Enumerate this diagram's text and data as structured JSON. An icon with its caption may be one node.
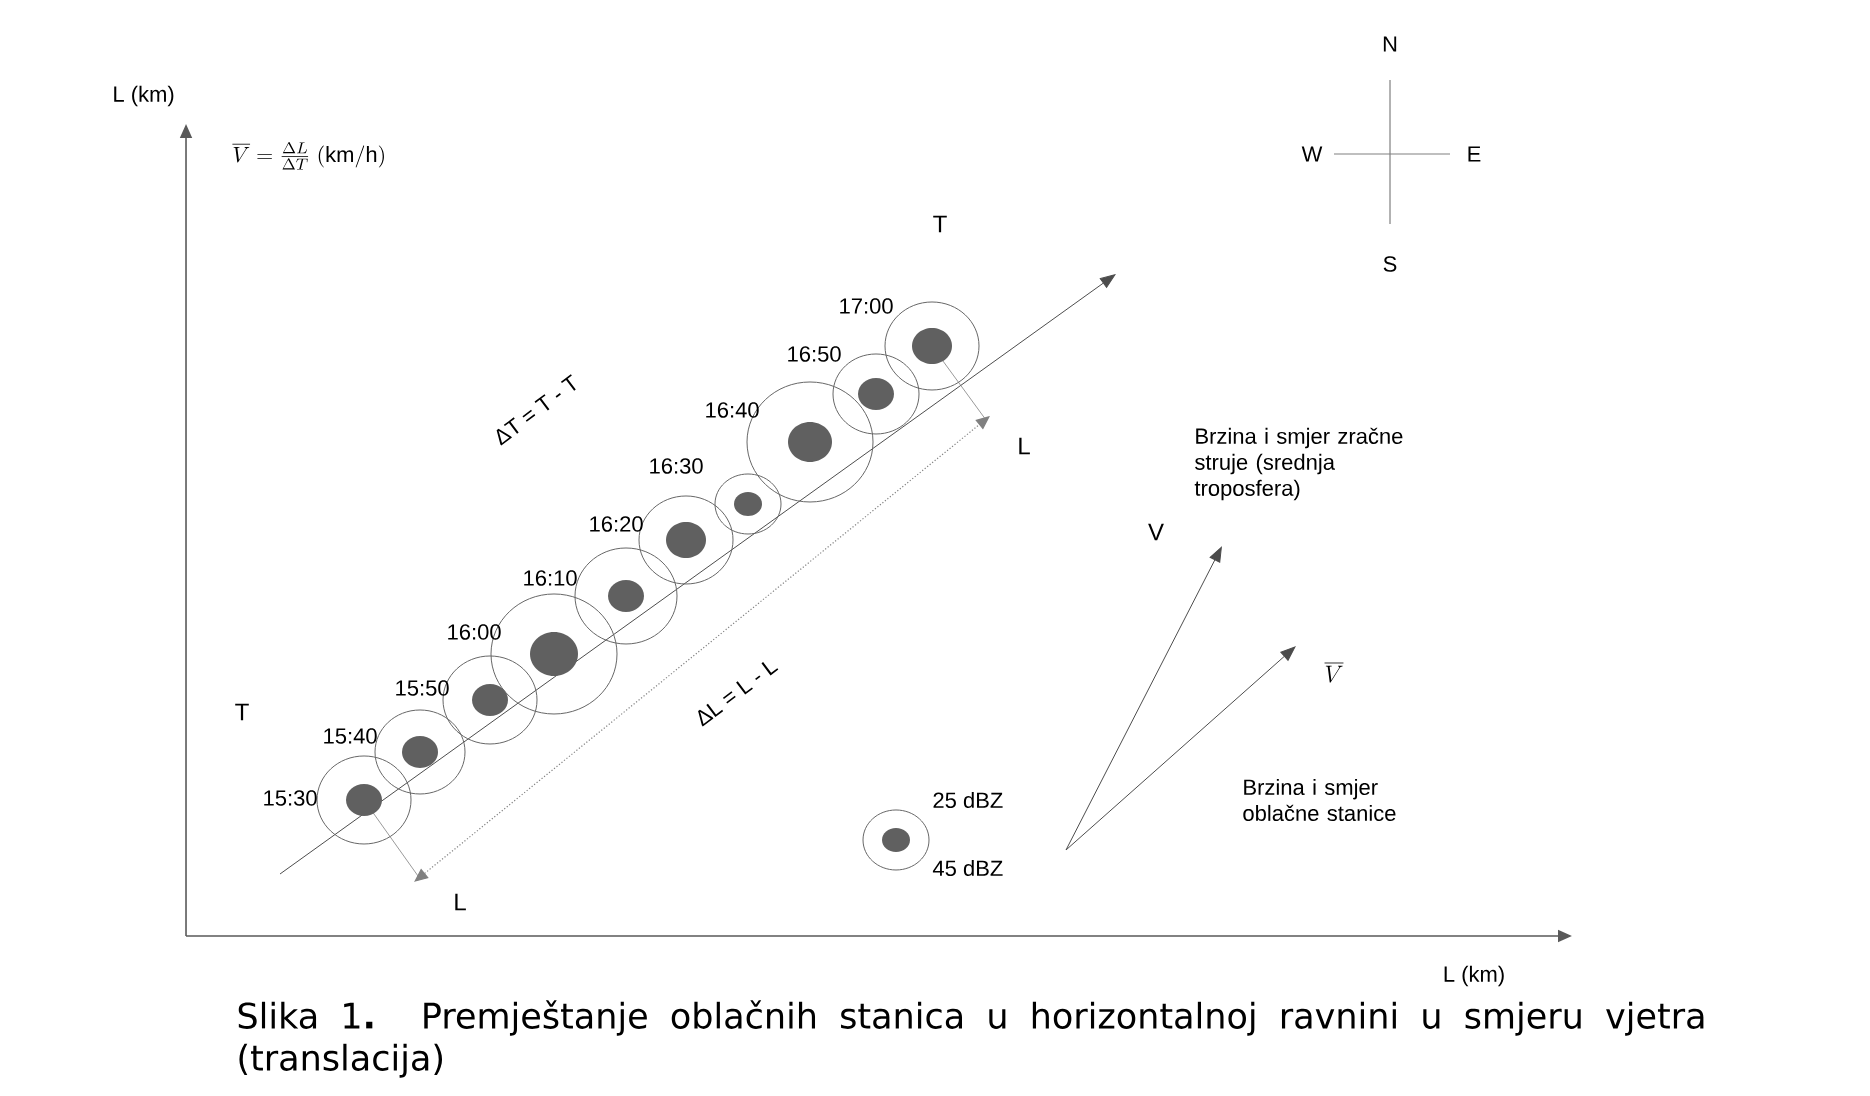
{
  "diagram": {
    "caption": "Slika 1**.** Premještanje oblačnih stanica u horizontalnoj ravnini u smjeru vjetra (translacija)",
    "nodes": [
      {
        "text": [],
        "shape": "cloud",
        "beside": [
          "15:30"
        ]
      },
      {
        "text": [],
        "shape": "cloud",
        "beside": [
          "15:40"
        ]
      },
      {
        "text": [],
        "shape": "cloud",
        "beside": [
          "15:50"
        ]
      },
      {
        "text": [],
        "shape": "cloud",
        "beside": [
          "16:00"
        ]
      },
      {
        "text": [],
        "shape": "cloud",
        "beside": [
          "16:10"
        ]
      },
      {
        "text": [],
        "shape": "cloud",
        "beside": [
          "16:20"
        ]
      },
      {
        "text": [],
        "shape": "cloud",
        "beside": [
          "16:30"
        ]
      },
      {
        "text": [],
        "shape": "cloud",
        "beside": [
          "16:40"
        ]
      },
      {
        "text": [],
        "shape": "cloud",
        "beside": [
          "16:50"
        ]
      },
      {
        "text": [],
        "shape": "cloud",
        "beside": [
          "17:00"
        ]
      },
      {
        "text": [],
        "shape": "cloud",
        "beside": [
          "25 dBZ",
          "45 dBZ"
        ]
      }
    ],
    "labels": [
      "L (km)",
      "\\overline{V}= \\frac{\\Delta L}{\\Delta T}\\ (\\mathrm{km/h})",
      "N",
      "T",
      "W",
      "E",
      "S",
      "ΔT = T - T",
      "L",
      "Brzina i smjer zračne struje (srednja troposfera)",
      "V",
      "T",
      "ΔL = L - L",
      "\\overline{V}",
      "Brzina i smjer oblačne stanice",
      "L",
      "L (km)"
    ]
  }
}
